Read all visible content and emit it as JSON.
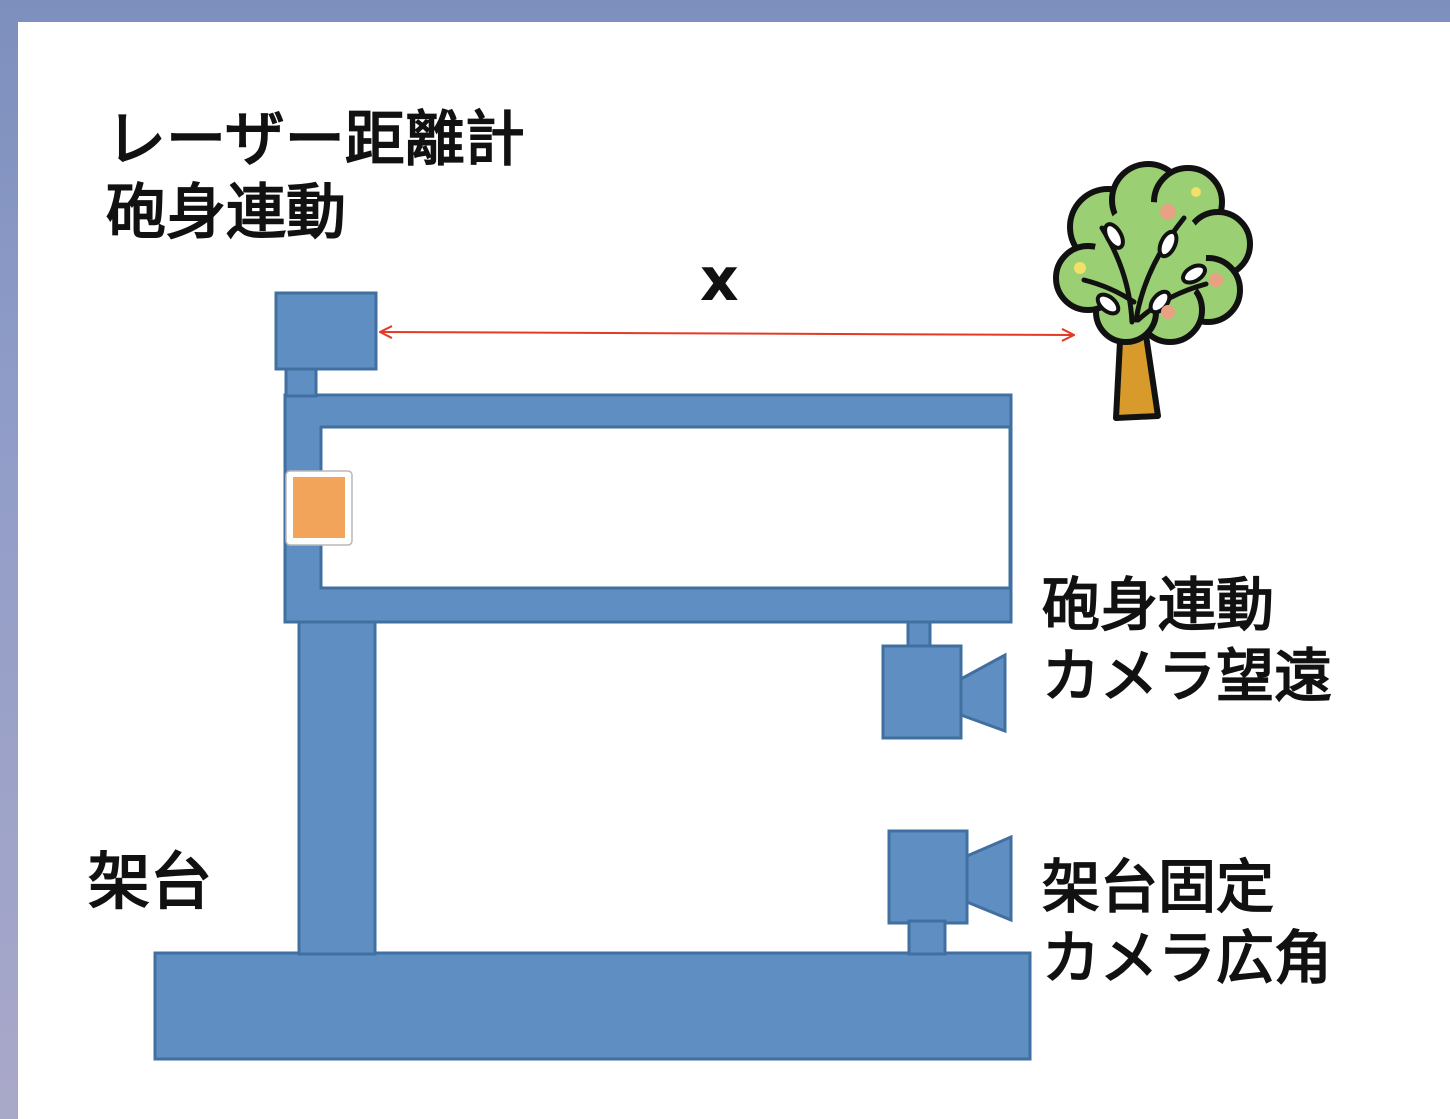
{
  "labels": {
    "laser": "レーザー距離計\n砲身連動",
    "distance": "x",
    "tele_camera": "砲身連動\nカメラ望遠",
    "stand": "架台",
    "wide_camera": "架台固定\nカメラ広角"
  },
  "colors": {
    "part_fill": "#5f8fc2",
    "part_stroke": "#416fa0",
    "marker": "#f2a45b",
    "arrow": "#e43a24",
    "background": "#ffffff",
    "frame": "#8a97c4"
  },
  "icons": {
    "target": "tree-icon",
    "tele_camera": "video-camera-icon",
    "wide_camera": "video-camera-icon"
  }
}
